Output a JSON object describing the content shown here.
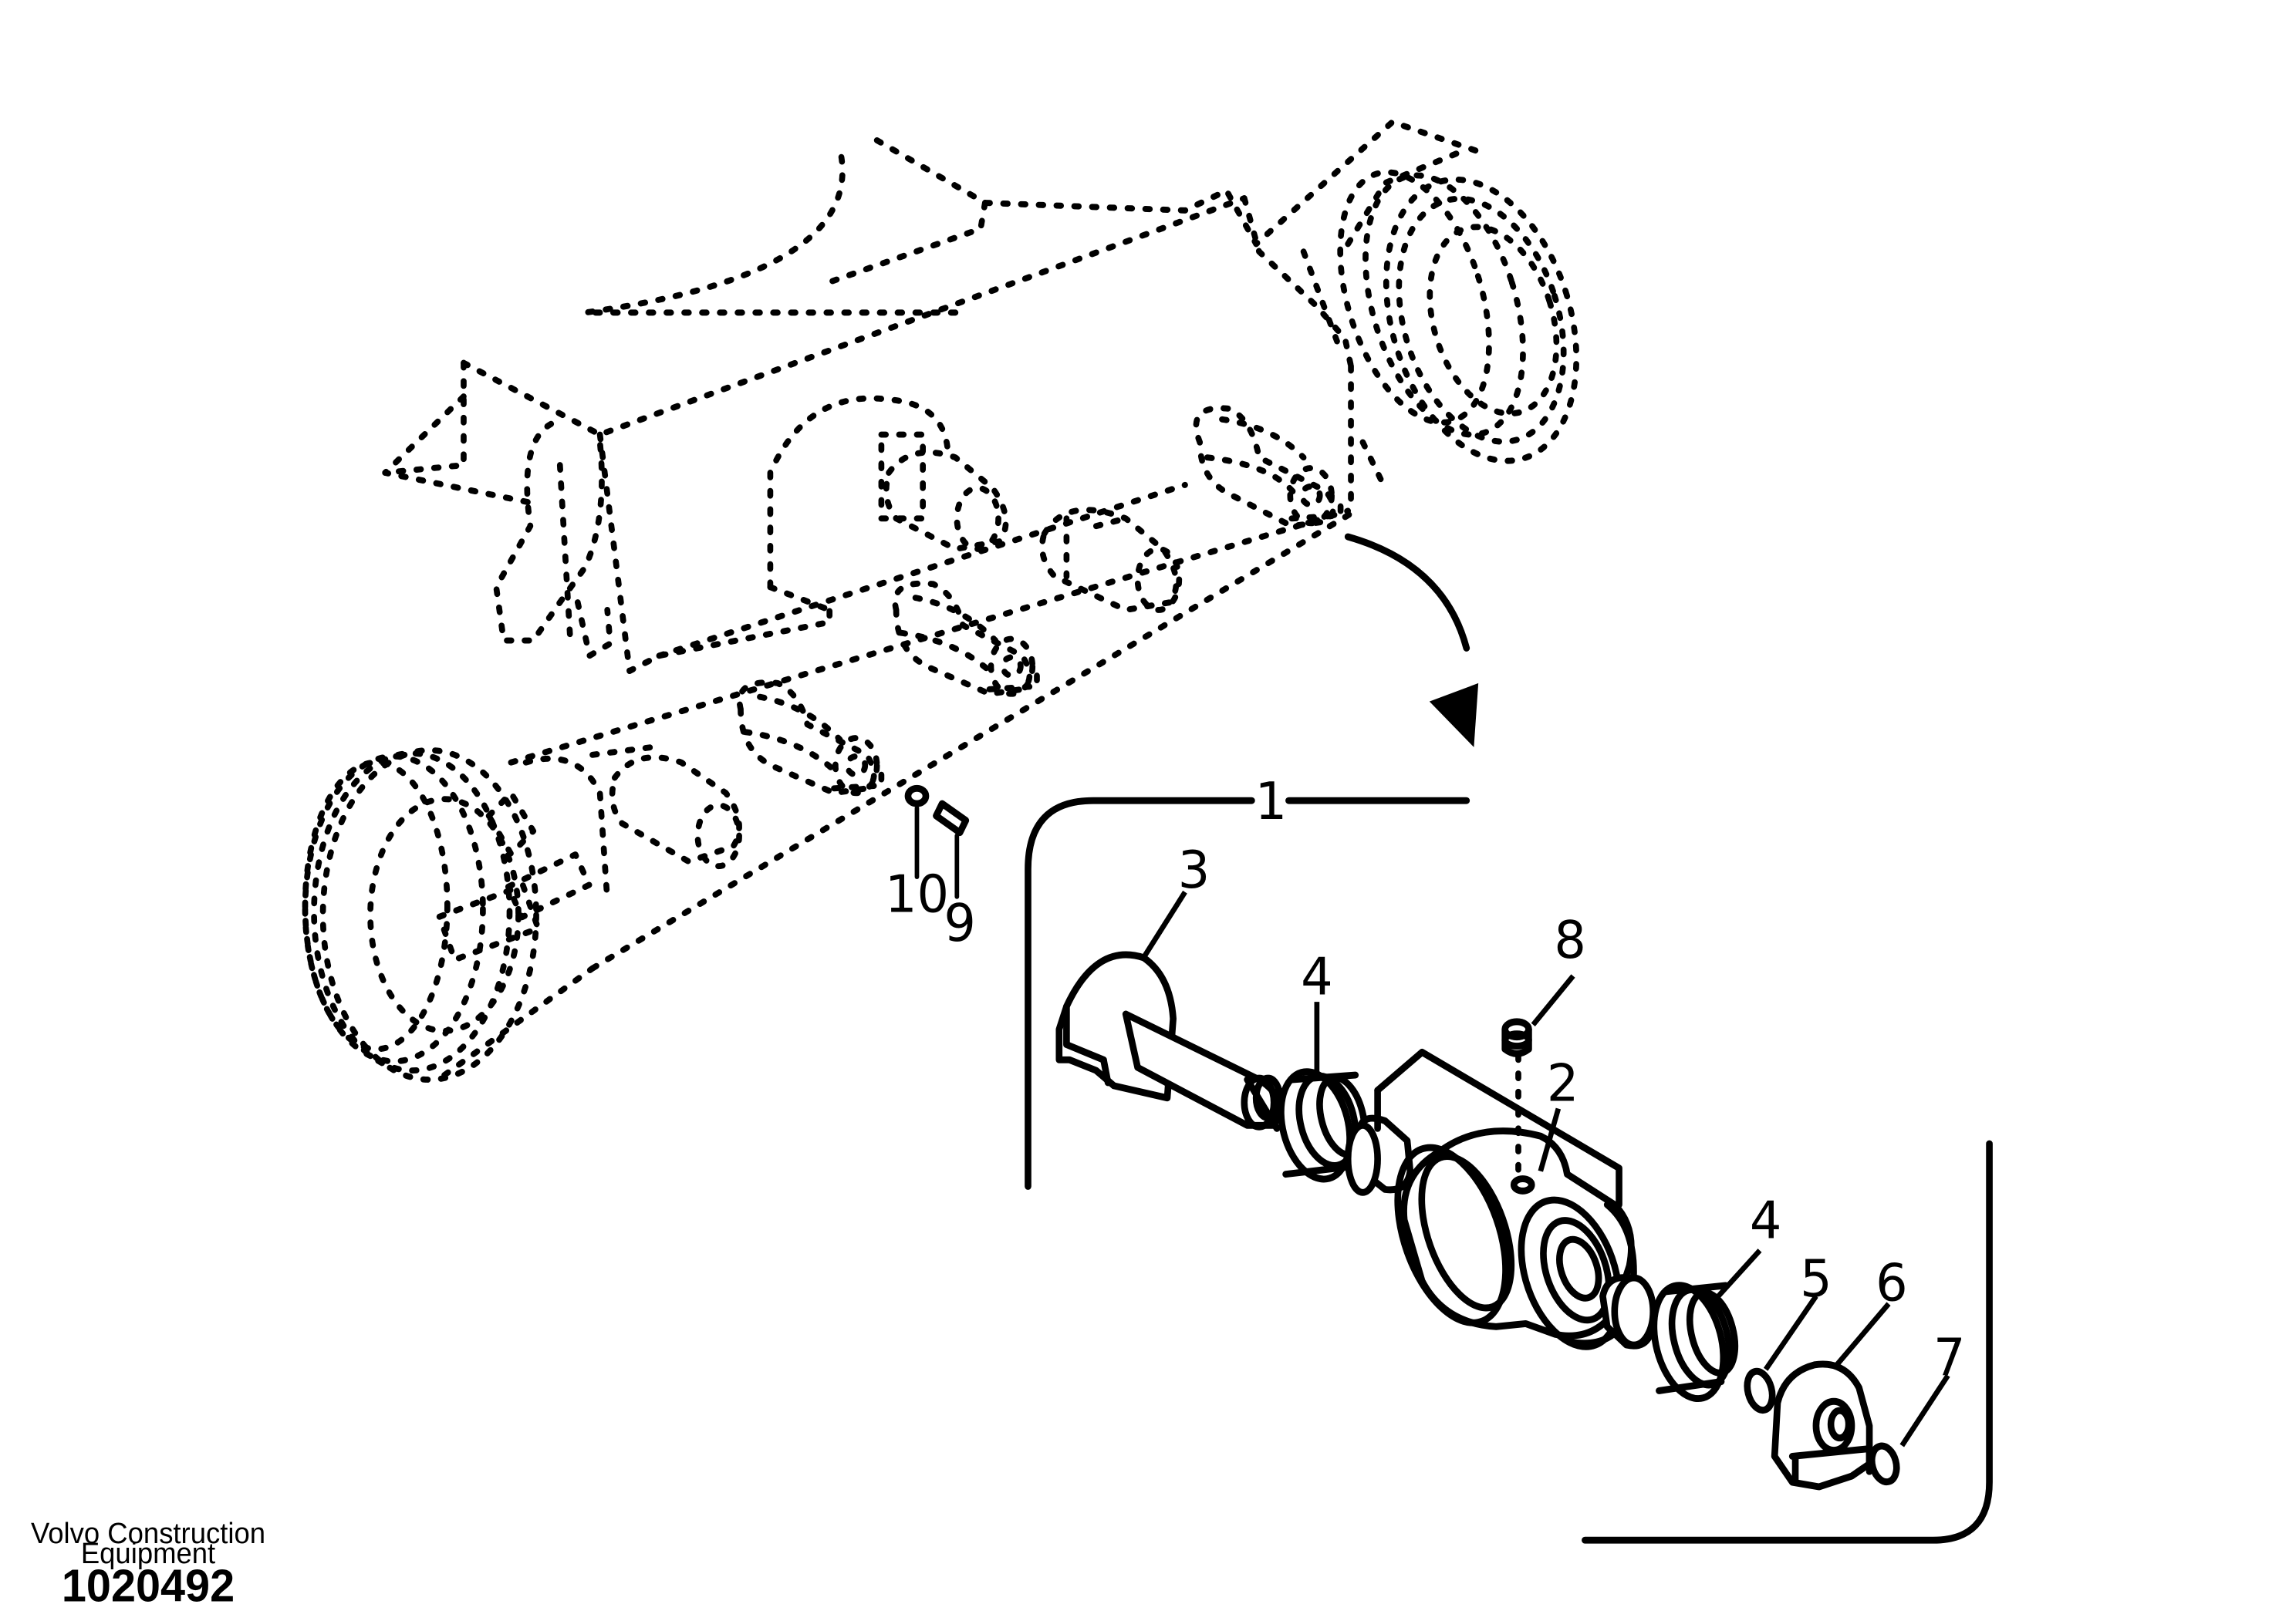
{
  "callouts": {
    "c1": "1",
    "c2": "2",
    "c3": "3",
    "c4a": "4",
    "c4b": "4",
    "c5": "5",
    "c6": "6",
    "c7": "7",
    "c8": "8",
    "c9": "9",
    "c10": "10"
  },
  "footer": {
    "company_line1": "Volvo Construction",
    "company_line2": "Equipment",
    "drawing_number": "1020492"
  },
  "colors": {
    "ink": "#000000",
    "paper": "#ffffff"
  }
}
